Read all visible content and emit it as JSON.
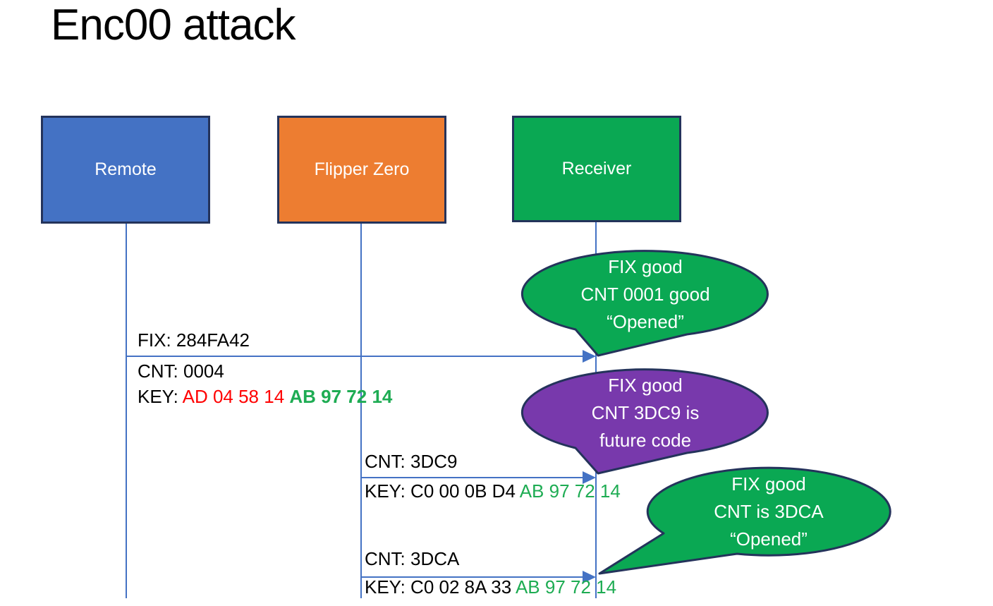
{
  "title": "Enc00 attack",
  "colors": {
    "actor_blue": "#4472C4",
    "actor_orange": "#ED7D31",
    "actor_green": "#0AA853",
    "bubble_green": "#0AA853",
    "bubble_purple": "#7839AC",
    "shape_border": "#24335B",
    "line_blue": "#4472C4",
    "key_red": "#FF0000",
    "key_green": "#1EAC53",
    "text_black": "#000000",
    "text_white": "#FFFFFF"
  },
  "actors": [
    {
      "label": "Remote"
    },
    {
      "label": "Flipper Zero"
    },
    {
      "label": "Receiver"
    }
  ],
  "messages": [
    {
      "above": "FIX: 284FA42",
      "below": "CNT: 0004",
      "key_prefix": "KEY: ",
      "key_red": "AD 04 58 14 ",
      "key_green": "AB 97 72 14"
    },
    {
      "above": "CNT: 3DC9",
      "key_prefix": "KEY: C0 00 0B D4 ",
      "key_green": "AB 97 72 14"
    },
    {
      "above": "CNT: 3DCA",
      "key_prefix": "KEY: C0 02 8A 33 ",
      "key_green": "AB 97 72 14"
    }
  ],
  "bubbles": [
    {
      "line1": "FIX good",
      "line2": "CNT 0001 good",
      "line3": "“Opened”"
    },
    {
      "line1": "FIX good",
      "line2": "CNT 3DC9 is",
      "line3": "future code"
    },
    {
      "line1": "FIX good",
      "line2": "CNT is 3DCA",
      "line3": "“Opened”"
    }
  ]
}
